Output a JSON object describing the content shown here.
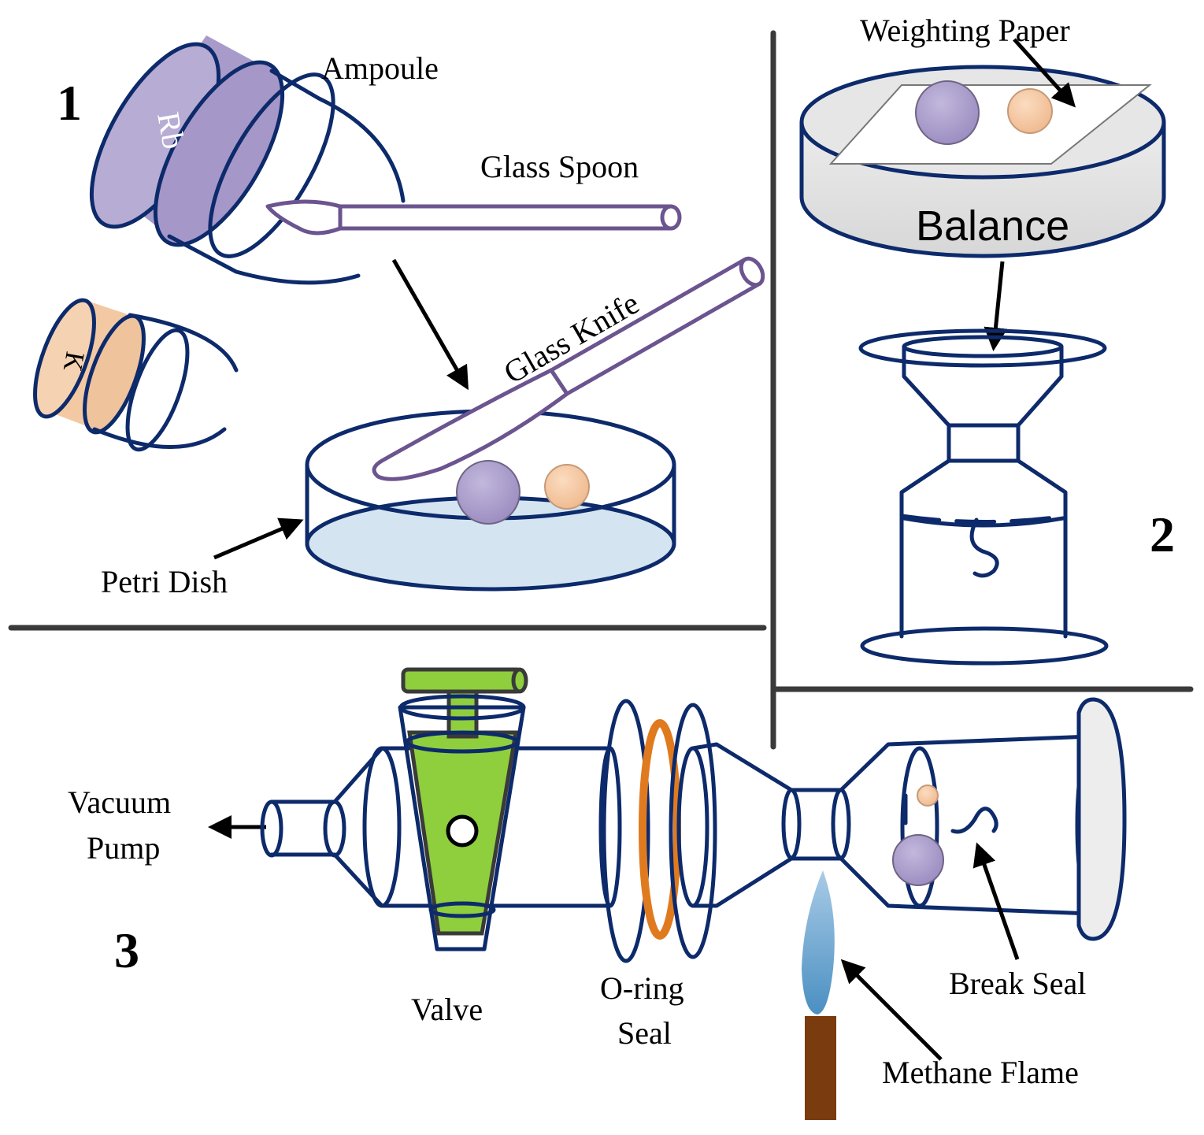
{
  "panels": {
    "p1": {
      "number": "1"
    },
    "p2": {
      "number": "2"
    },
    "p3": {
      "number": "3"
    }
  },
  "labels": {
    "ampoule": "Ampoule",
    "glass_spoon": "Glass Spoon",
    "glass_knife": "Glass Knife",
    "petri_dish": "Petri Dish",
    "weighting_paper": "Weighting Paper",
    "balance": "Balance",
    "vacuum_pump_line1": "Vacuum",
    "vacuum_pump_line2": "Pump",
    "valve": "Valve",
    "o_ring_line1": "O-ring",
    "o_ring_line2": "Seal",
    "break_seal": "Break Seal",
    "methane_flame": "Methane Flame"
  },
  "ampoule_marks": {
    "rb": "Rb",
    "k": "K"
  },
  "colors": {
    "glass_outline": "#0d2a6b",
    "rubidium": "#a89bc9",
    "potassium": "#f3c9a4",
    "liquid": "#d4e5f1",
    "rod": "#6b548f",
    "valve_green": "#8fce3d",
    "o_ring": "#e07a1f",
    "flame": "#5b9cc9",
    "burner": "#7a3c0f",
    "divider": "#3a3a3a"
  }
}
